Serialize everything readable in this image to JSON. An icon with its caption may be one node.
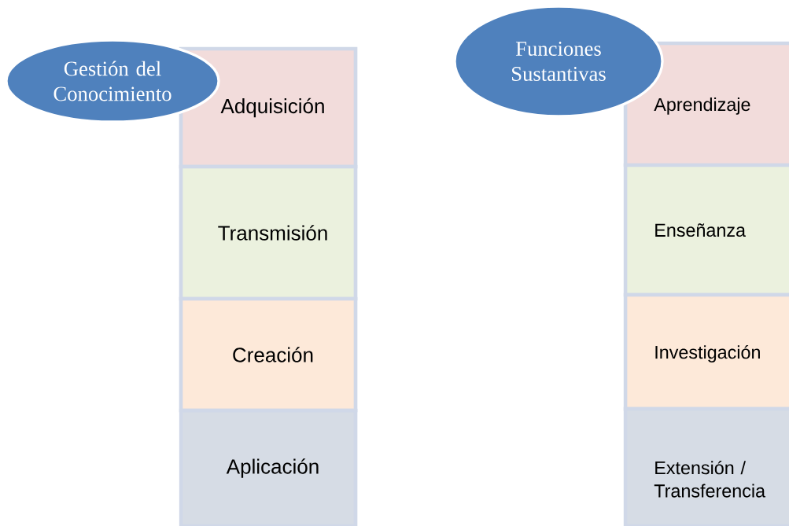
{
  "diagram": {
    "nodes": [
      {
        "text": [
          "Gestión del Conocimiento"
        ]
      },
      {
        "text": [
          "Adquisición"
        ]
      },
      {
        "text": [
          "Transmisión"
        ]
      },
      {
        "text": [
          "Creación"
        ]
      },
      {
        "text": [
          "Aplicación"
        ]
      },
      {
        "text": [
          "Funciones Sustantivas"
        ]
      },
      {
        "text": [
          "Aprendizaje"
        ]
      },
      {
        "text": [
          "Enseñanza"
        ]
      },
      {
        "text": [
          "Investigación"
        ]
      },
      {
        "text": [
          "Extensión / Transferencia"
        ]
      }
    ]
  }
}
